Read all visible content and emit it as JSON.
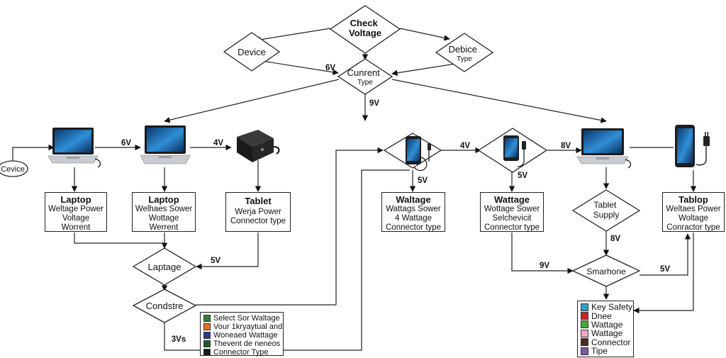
{
  "decisions": {
    "check_voltage": [
      "Check",
      "Voltage"
    ],
    "device_left": [
      "Device"
    ],
    "device_type_right": [
      "Debice",
      "Type"
    ],
    "current_type": [
      "Cunrent",
      "Type"
    ],
    "phone_mid": [],
    "tablet_mid": [],
    "laptage": [
      "Laptage"
    ],
    "tablet_supply": [
      "Tablet",
      "Supply"
    ],
    "condstre": [
      "Condstre"
    ],
    "smarhone": [
      "Smarhone"
    ]
  },
  "start_oval": "Cevice",
  "boxes": {
    "laptop1": {
      "title": "Laptop",
      "lines": [
        "Weltage Power",
        "Voltage",
        "Worrent"
      ]
    },
    "laptop2": {
      "title": "Laptop",
      "lines": [
        "Welhaes Sower",
        "Wottage",
        "Werrent"
      ]
    },
    "tablet": {
      "title": "Tablet",
      "lines": [
        "Werja Power",
        "Connector type"
      ]
    },
    "wattage1": {
      "title": "Waltage",
      "lines": [
        "Wattags Sower",
        "4 Wattage",
        "Connector type"
      ]
    },
    "wattage2": {
      "title": "Wattage",
      "lines": [
        "Wottage Sower",
        "Selchevicit",
        "Connector type"
      ]
    },
    "tablop": {
      "title": "Tablop",
      "lines": [
        "Weltaes Power",
        "Woltage",
        "Conractor type"
      ]
    }
  },
  "edge_labels": {
    "e_6v_top": "6V",
    "e_9v_mid": "9V",
    "e_6v_laptops": "6V",
    "e_4v_charger": "4V",
    "e_4v_phones": "4V",
    "e_8v_right": "8V",
    "e_5v_phone": "5V",
    "e_5v_tablet": "5V",
    "e_5v_laptage": "5V",
    "e_8v_supply": "8V",
    "e_9v_smart": "9V",
    "e_5v_smart": "5V",
    "e_3vs": "3Vs"
  },
  "legend_left": [
    {
      "text": "Select Sor Waltage",
      "color": "#2e7d32"
    },
    {
      "text": "Vour 1kryaytual and",
      "color": "#e8731a"
    },
    {
      "text": "Woneaed Wattage",
      "color": "#2b3a8f"
    },
    {
      "text": "Thevent de neneos",
      "color": "#1a5c2b"
    },
    {
      "text": "Connector Type",
      "color": "#1a1a1a"
    }
  ],
  "legend_right": [
    {
      "text": "Key Safety",
      "color": "#2aa3c8"
    },
    {
      "text": "Dnee",
      "color": "#d21f1f"
    },
    {
      "text": "Wattage",
      "color": "#3fae2a"
    },
    {
      "text": "Wattage",
      "color": "#f2a7c8"
    },
    {
      "text": "Connector",
      "color": "#4a2c20"
    },
    {
      "text": "Tipe",
      "color": "#7a5aa0"
    }
  ],
  "icons": [
    "laptop-icon",
    "laptop-icon",
    "power-adapter-icon",
    "smartphone-charger-icon",
    "smartphone-charger-icon",
    "laptop-icon",
    "tablet-charger-icon"
  ]
}
